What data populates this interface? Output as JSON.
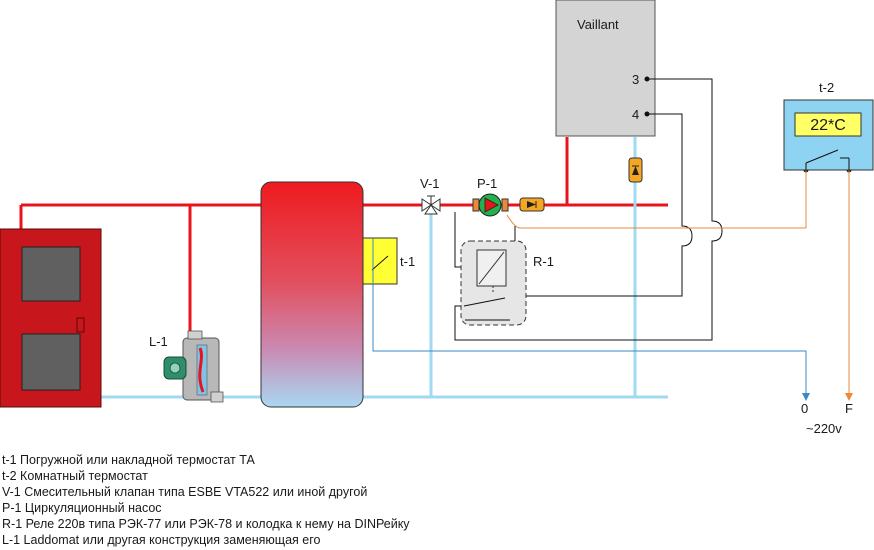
{
  "labels": {
    "boiler_brand": "Vaillant",
    "terminal_3": "3",
    "terminal_4": "4",
    "room_thermostat_name": "t-2",
    "room_thermostat_display": "22*C",
    "tank_thermostat_name": "t-1",
    "valve_name": "V-1",
    "pump_name": "P-1",
    "relay_name": "R-1",
    "laddomat_name": "L-1",
    "supply_zero": "0",
    "supply_phase": "F",
    "supply_voltage": "~220v"
  },
  "legend": [
    "t-1 Погружной или накладной термостат ТА",
    "t-2 Комнатный термостат",
    "V-1 Смесительный клапан типа ESBE VTA522 или иной другой",
    "P-1 Циркуляционный насос",
    "R-1 Реле 220в типа РЭК-77 или РЭК-78 и колодка к нему на DINРейку",
    "L-1 Laddomat или другая конструкция заменяющая его"
  ],
  "colors": {
    "hot_pipe": "#e8141b",
    "cold_pipe": "#9fd9f2",
    "solid_boiler": "#c8161d",
    "gas_boiler": "#d4d4d4",
    "room_thermostat_body": "#8fd3f2",
    "thermostat_display": "#ffff66",
    "power_wire": "#e88a3c",
    "signal_wire": "#3a88c8"
  }
}
